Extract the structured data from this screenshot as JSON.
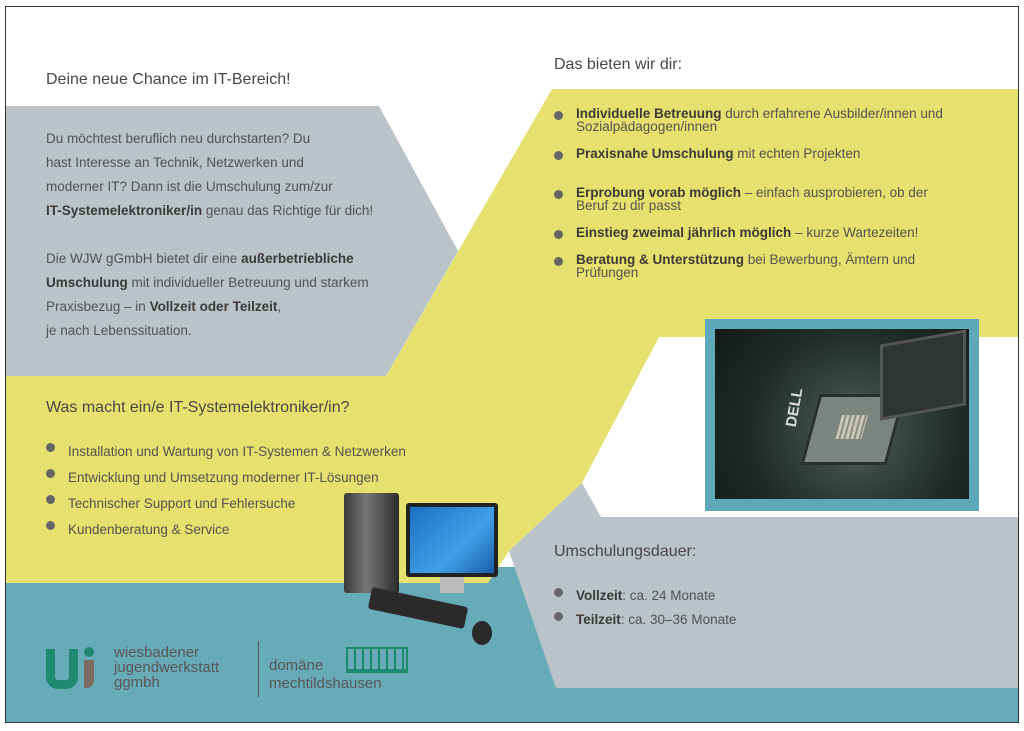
{
  "left": {
    "title": "Deine neue Chance im IT-Bereich!",
    "intro": [
      {
        "text": "Du möchtest beruflich neu durchstarten? Du"
      },
      {
        "text": "hast Interesse an Technik, Netzwerken und"
      },
      {
        "text": "moderner IT? Dann ist die Umschulung zum/zur"
      }
    ],
    "intro_bold": "IT-Systemelektroniker/in",
    "intro_end": " genau das Richtige für dich!",
    "p2_a": "Die WJW gGmbH bietet dir eine ",
    "p2_bold1": "außerbetriebliche Umschulung",
    "p2_b": " mit individueller Betreuung und starkem Praxisbezug – in ",
    "p2_bold2": "Vollzeit oder Teilzeit",
    "p2_c": ",",
    "p2_d": "je nach Lebenssituation."
  },
  "what": {
    "title": "Was macht ein/e IT-Systemelektroniker/in?",
    "items": [
      "Installation und Wartung von IT-Systemen & Netzwerken",
      "Entwicklung und Umsetzung moderner IT-Lösungen",
      "Technischer Support und Fehlersuche",
      "Kundenberatung & Service"
    ]
  },
  "offer": {
    "title": "Das bieten wir dir:",
    "items": [
      {
        "bold": "Individuelle Betreuung",
        "text": " durch erfahrene Ausbilder/innen und Sozialpädagogen/innen"
      },
      {
        "bold": "Praxisnahe Umschulung",
        "text": " mit echten Projekten"
      },
      {
        "bold": "Erprobung vorab möglich",
        "text": " – einfach ausprobieren, ob der Beruf zu dir passt"
      },
      {
        "bold": "Einstieg zweimal jährlich möglich",
        "text": " – kurze Wartezeiten!"
      },
      {
        "bold": "Beratung & Unterstützung",
        "text": " bei Bewerbung, Ämtern und Prüfungen"
      }
    ]
  },
  "duration": {
    "title": "Umschulungsdauer:",
    "items": [
      {
        "bold": "Vollzeit",
        "text": ": ca. 24 Monate"
      },
      {
        "bold": "Teilzeit",
        "text": ": ca. 30–36 Monate"
      }
    ]
  },
  "photo": {
    "brand": "DELL"
  },
  "logos": {
    "wjw_line1": "wiesbadener",
    "wjw_line2": "jugendwerkstatt",
    "wjw_line3": "ggmbh",
    "domaene_line1": "domäne",
    "domaene_line2": "mechtildshausen"
  },
  "colors": {
    "yellow": "#e6e16e",
    "gray": "#b9c3c8",
    "teal": "#67abb9",
    "logo_green": "#1f8a70",
    "logo_brown": "#7c6a5e"
  }
}
